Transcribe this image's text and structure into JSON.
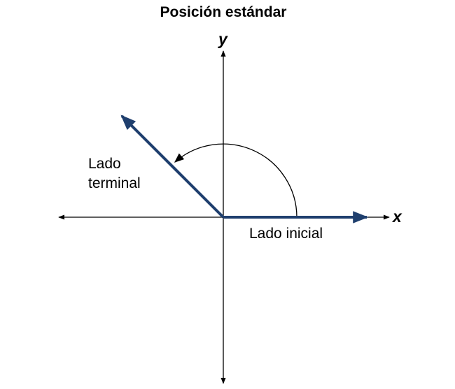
{
  "title": "Posición estándar",
  "axes": {
    "x_label": "x",
    "y_label": "y"
  },
  "labels": {
    "initial_side": "Lado inicial",
    "terminal_side_line1": "Lado",
    "terminal_side_line2": "terminal"
  },
  "angle_degrees": 135,
  "colors": {
    "ray": "#1f3f6e",
    "axis": "#000000",
    "arc": "#000000"
  }
}
